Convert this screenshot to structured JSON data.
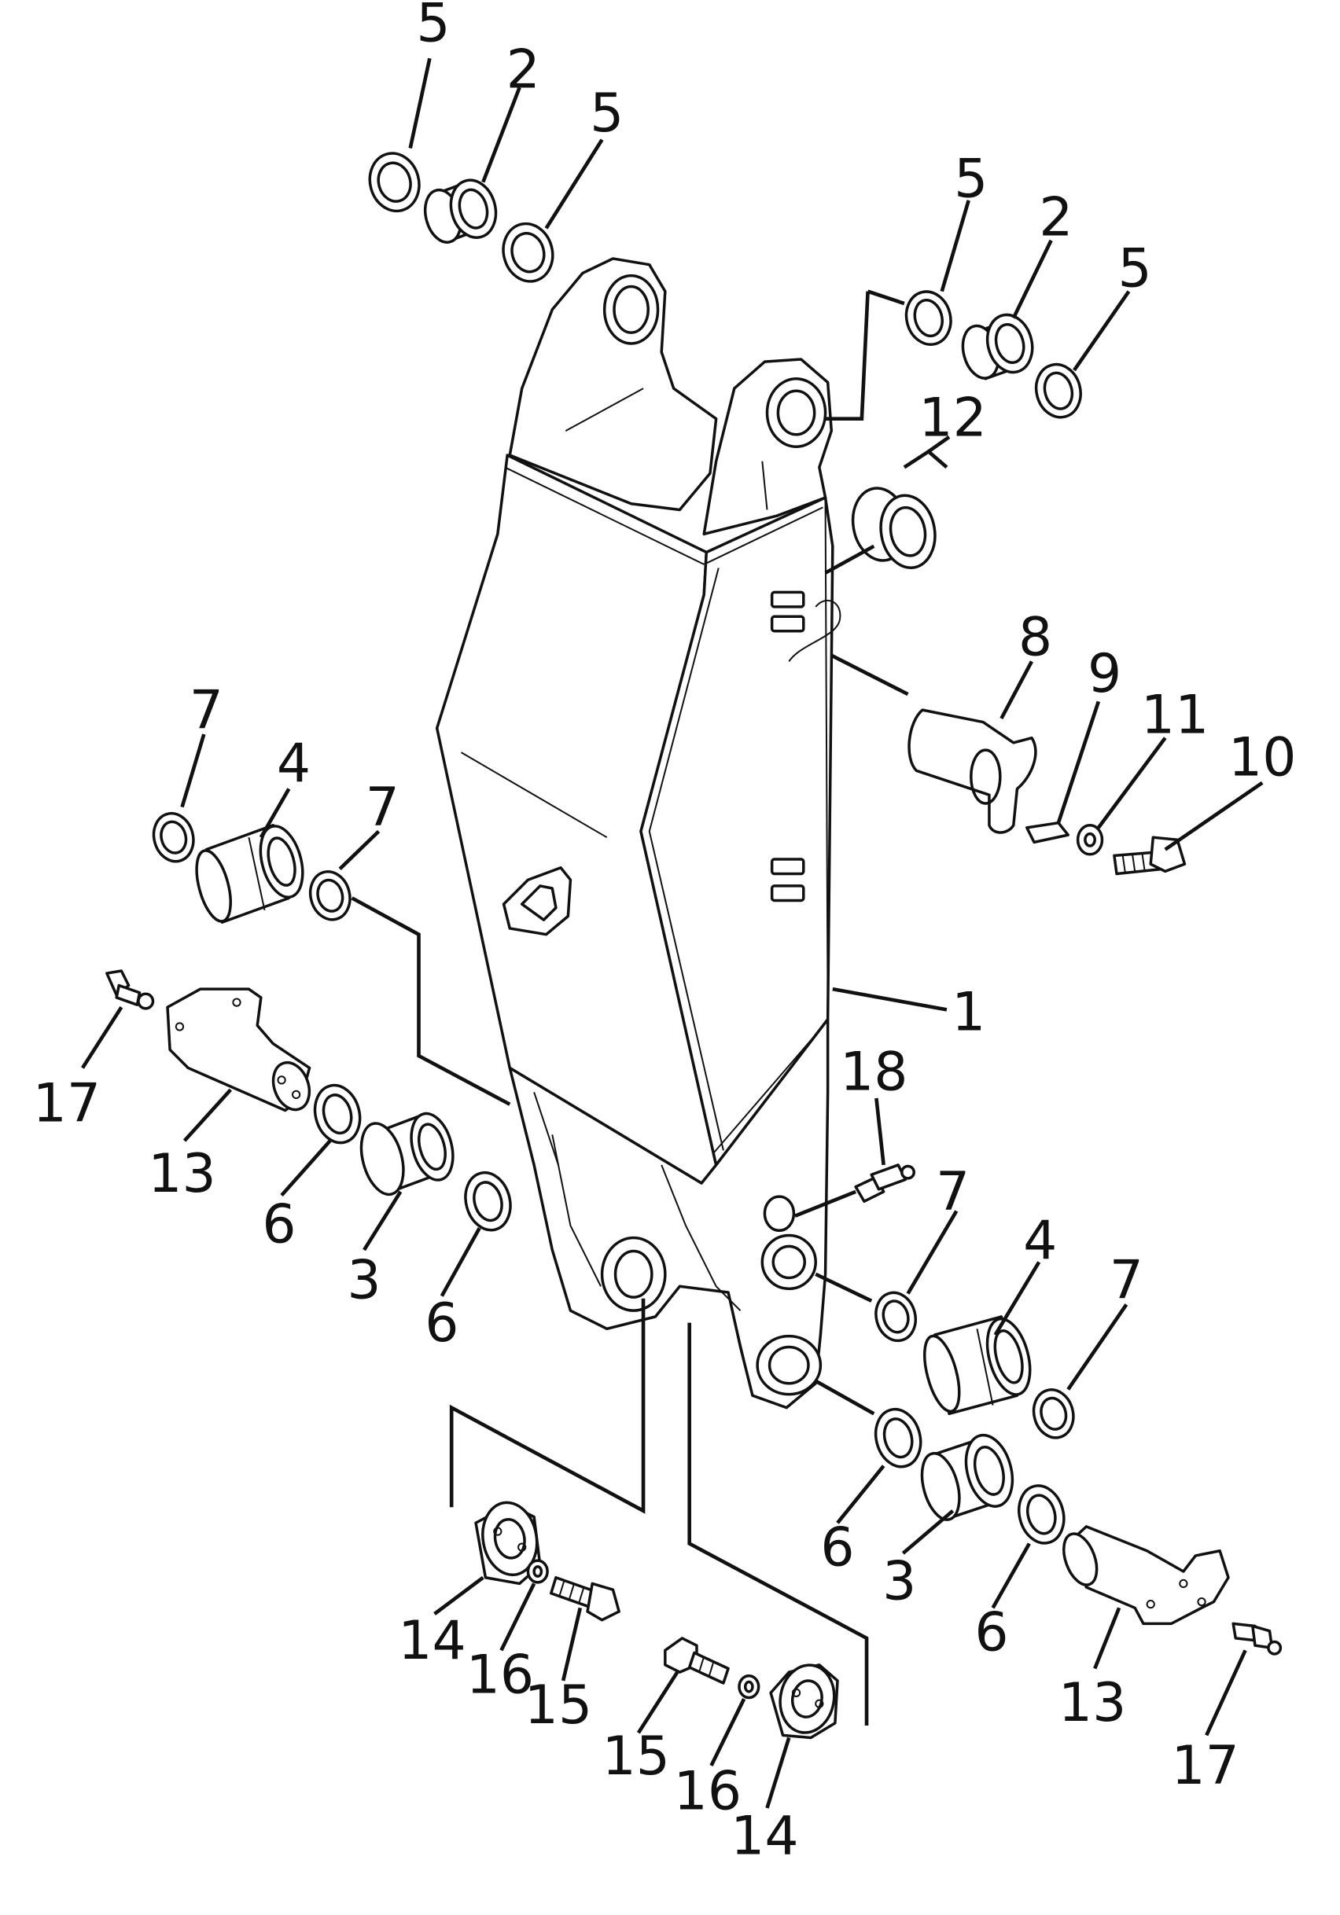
{
  "diagram": {
    "callouts": [
      {
        "id": "c5a",
        "label": "5"
      },
      {
        "id": "c2a",
        "label": "2"
      },
      {
        "id": "c5b",
        "label": "5"
      },
      {
        "id": "c5c",
        "label": "5"
      },
      {
        "id": "c2b",
        "label": "2"
      },
      {
        "id": "c5d",
        "label": "5"
      },
      {
        "id": "c12",
        "label": "12"
      },
      {
        "id": "c8",
        "label": "8"
      },
      {
        "id": "c9",
        "label": "9"
      },
      {
        "id": "c11",
        "label": "11"
      },
      {
        "id": "c10",
        "label": "10"
      },
      {
        "id": "c1",
        "label": "1"
      },
      {
        "id": "c7a",
        "label": "7"
      },
      {
        "id": "c4a",
        "label": "4"
      },
      {
        "id": "c7b",
        "label": "7"
      },
      {
        "id": "c17a",
        "label": "17"
      },
      {
        "id": "c13a",
        "label": "13"
      },
      {
        "id": "c6a",
        "label": "6"
      },
      {
        "id": "c3a",
        "label": "3"
      },
      {
        "id": "c6b",
        "label": "6"
      },
      {
        "id": "c18",
        "label": "18"
      },
      {
        "id": "c7c",
        "label": "7"
      },
      {
        "id": "c4b",
        "label": "4"
      },
      {
        "id": "c7d",
        "label": "7"
      },
      {
        "id": "c6c",
        "label": "6"
      },
      {
        "id": "c3b",
        "label": "3"
      },
      {
        "id": "c6d",
        "label": "6"
      },
      {
        "id": "c13b",
        "label": "13"
      },
      {
        "id": "c17b",
        "label": "17"
      },
      {
        "id": "c14a",
        "label": "14"
      },
      {
        "id": "c16a",
        "label": "16"
      },
      {
        "id": "c15a",
        "label": "15"
      },
      {
        "id": "c15b",
        "label": "15"
      },
      {
        "id": "c16b",
        "label": "16"
      },
      {
        "id": "c14b",
        "label": "14"
      }
    ]
  }
}
